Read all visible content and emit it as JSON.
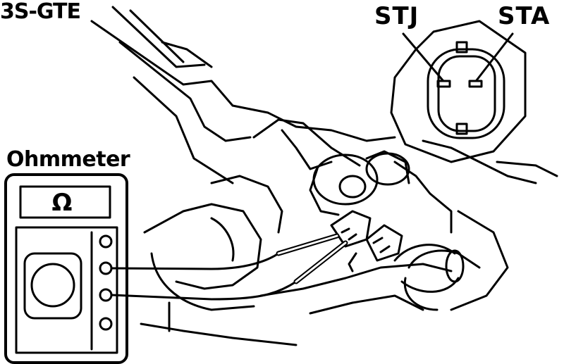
{
  "labels": {
    "engine": "3S-GTE",
    "terminal_left": "STJ",
    "terminal_right": "STA",
    "meter": "Ohmmeter",
    "meter_display_symbol": "Ω"
  },
  "colors": {
    "ink": "#000000",
    "paper": "#ffffff"
  },
  "icons": {
    "meter_display": "omega-symbol",
    "terminals": "connector-pins"
  }
}
